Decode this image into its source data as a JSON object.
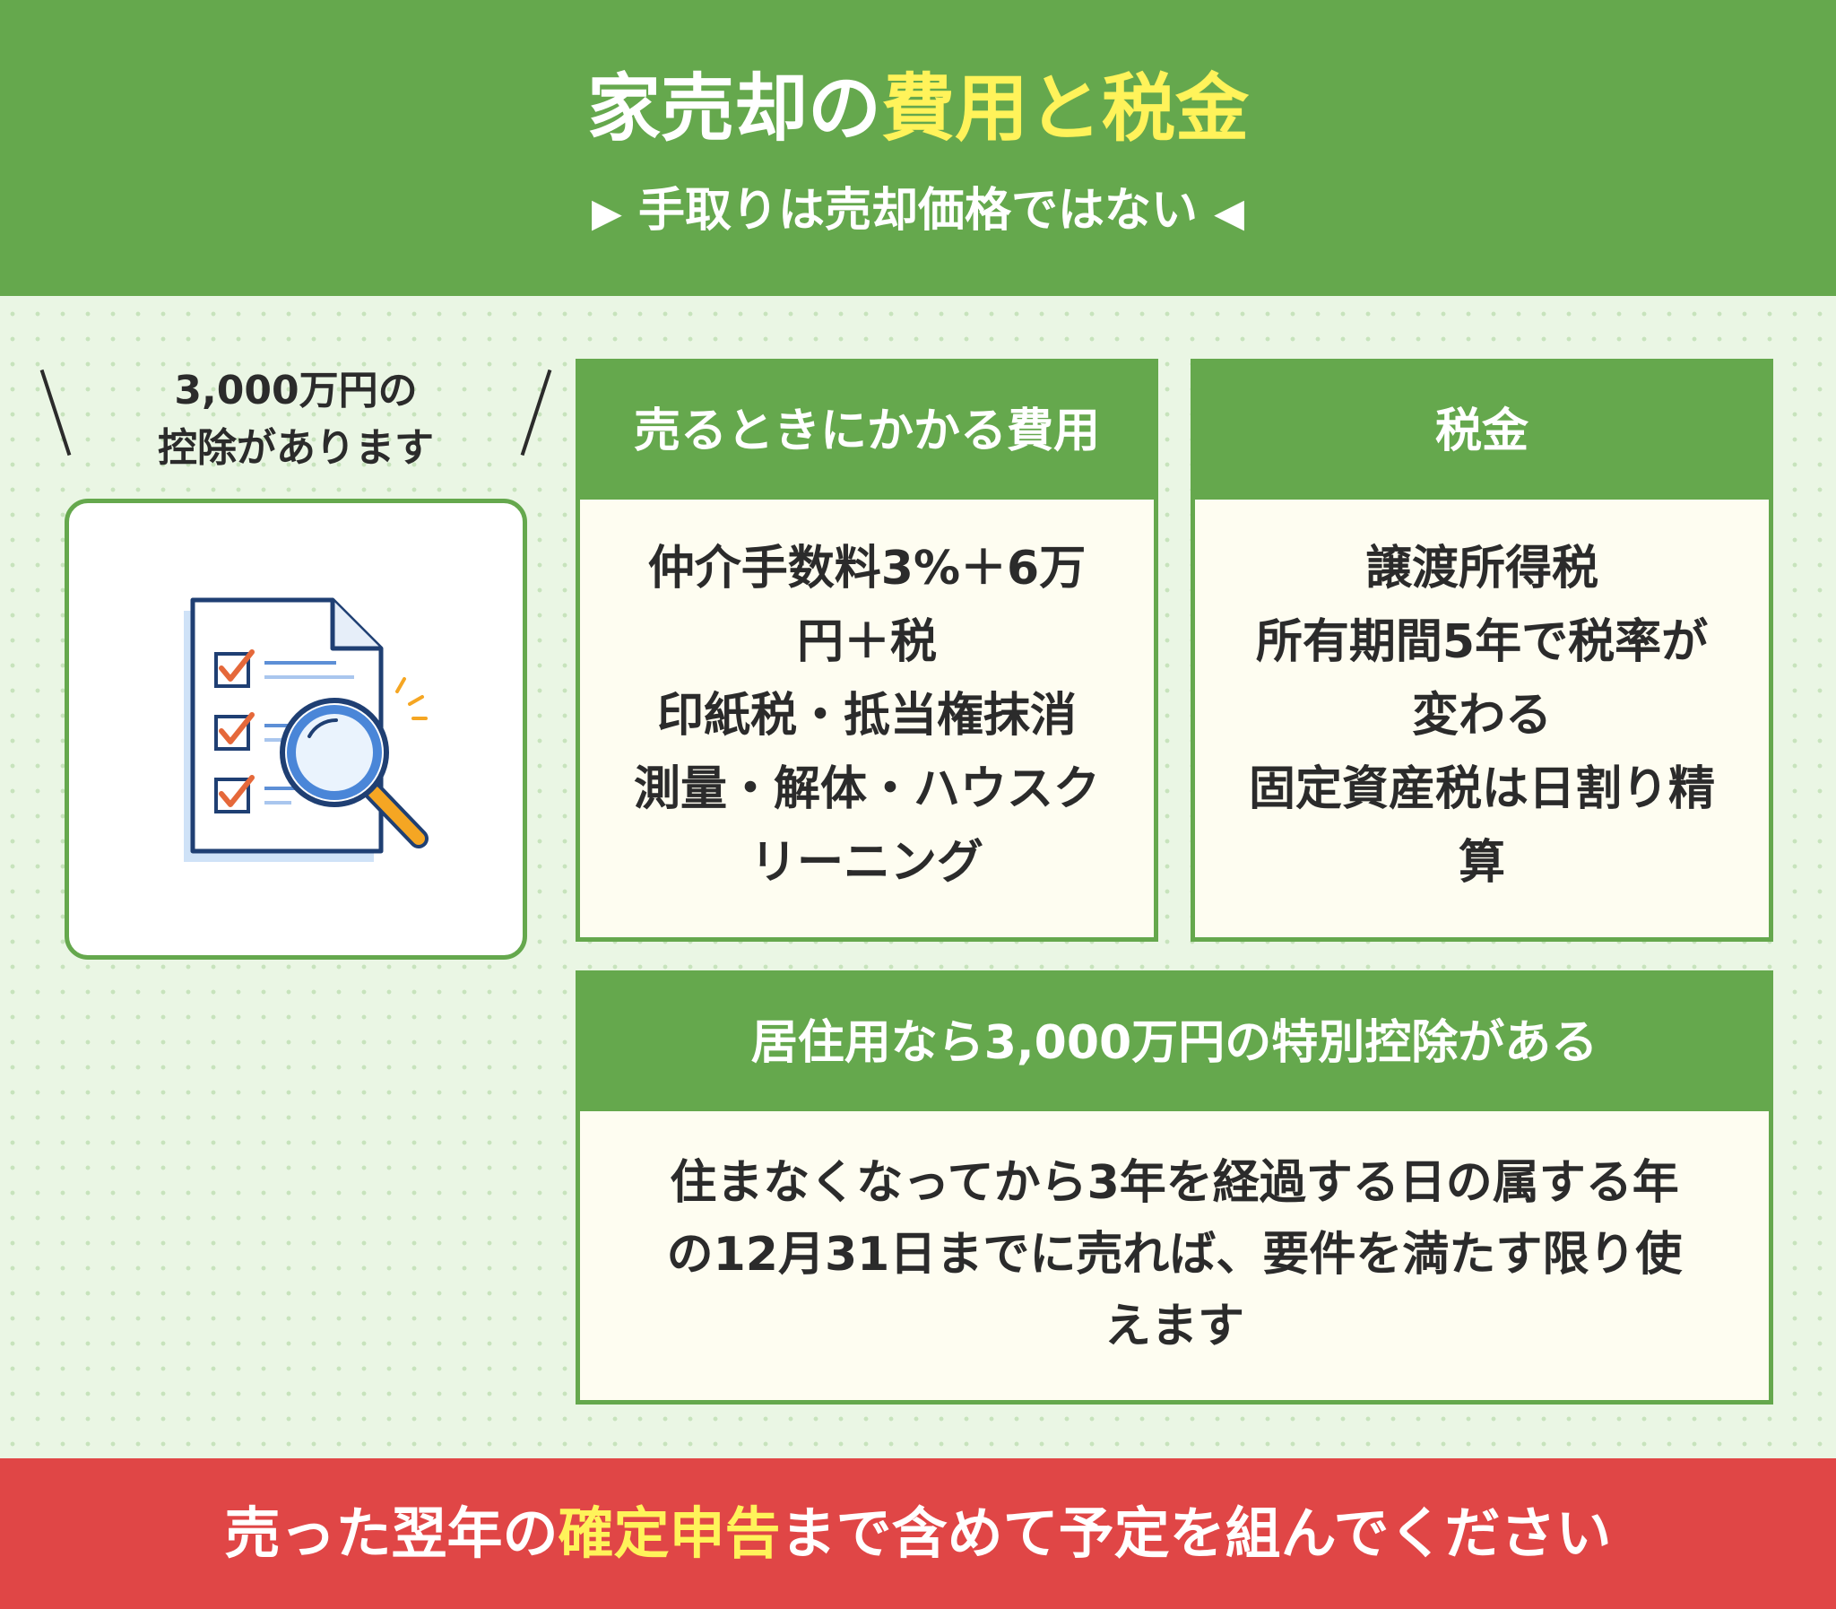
{
  "header": {
    "title_pre": "家売却の",
    "title_highlight": "費用と税金",
    "subtitle_left_marker": "▶",
    "subtitle": "手取りは売却価格ではない",
    "subtitle_right_marker": "◀"
  },
  "bubble": {
    "line1": "3,000万円の",
    "line2": "控除があります"
  },
  "cost_card": {
    "title": "売るときにかかる費用",
    "lines": [
      "仲介手数料3%＋6万",
      "円＋税",
      "印紙税・抵当権抹消",
      "測量・解体・ハウスク",
      "リーニング"
    ]
  },
  "tax_card": {
    "title": "税金",
    "lines": [
      "譲渡所得税",
      "所有期間5年で税率が",
      "変わる",
      "固定資産税は日割り精",
      "算"
    ]
  },
  "deduction_card": {
    "title": "居住用なら3,000万円の特別控除がある",
    "lines": [
      "住まなくなってから3年を経過する日の属する年",
      "の12月31日までに売れば、要件を満たす限り使",
      "えます"
    ]
  },
  "footer": {
    "pre": "売った翌年の",
    "highlight": "確定申告",
    "post": "まで含めて予定を組んでください"
  },
  "colors": {
    "green": "#65a84d",
    "yellow_highlight": "#fff35a",
    "red_footer": "#e04646",
    "card_bg": "#fefdf1"
  },
  "icons": [
    "document-checklist-icon",
    "magnifying-glass-icon"
  ]
}
